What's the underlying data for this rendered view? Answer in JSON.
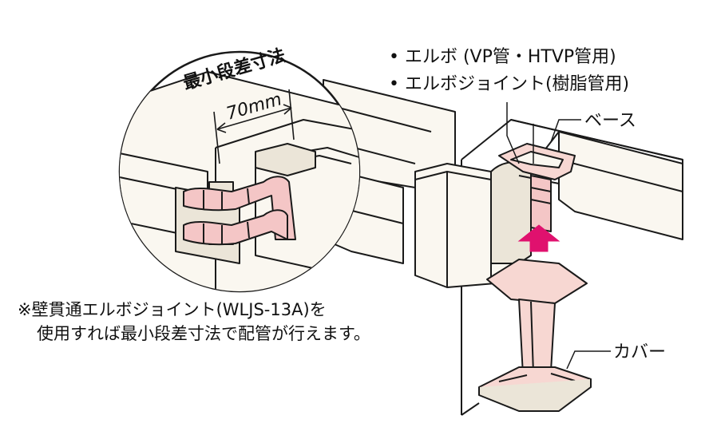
{
  "labels": {
    "bullet_elbow": "• エルボ (VP管・HTVP管用)",
    "bullet_elbow_joint": "• エルボジョイント(樹脂管用)",
    "base": "ベース",
    "cover": "カバー",
    "min_step_title": "最小段差寸法",
    "min_step_value": "70mm",
    "note_line1": "※壁貫通エルボジョイント(WLJS-13A)を",
    "note_line2": "使用すれば最小段差寸法で配管が行えます。"
  },
  "colors": {
    "line": "#1a1a1a",
    "duct_fill": "#faf7f0",
    "duct_shade": "#ebe5d8",
    "pipe_pink": "#f4c6c6",
    "cover_pink": "#f7d7d2",
    "arrow": "#e0116e"
  }
}
